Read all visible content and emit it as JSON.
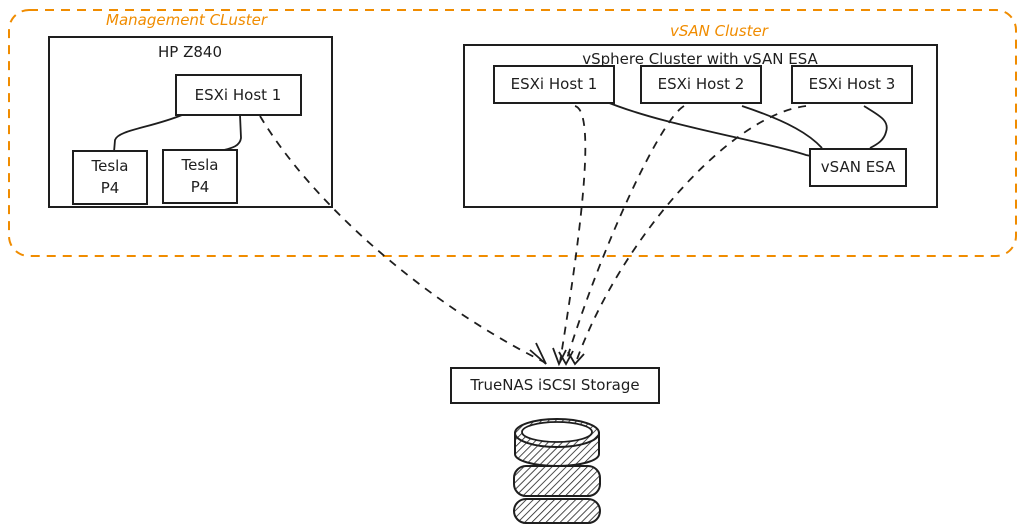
{
  "groups": {
    "management": {
      "label": "Management CLuster",
      "color": "#f08c00"
    },
    "vsan": {
      "label": "vSAN Cluster",
      "color": "#f08c00"
    }
  },
  "nodes": {
    "hp_z840": "HP Z840",
    "mgmt_esxi": "ESXi Host 1",
    "tesla1": [
      "Tesla",
      "P4"
    ],
    "tesla2": [
      "Tesla",
      "P4"
    ],
    "vsphere_cluster": "vSphere Cluster with vSAN ESA",
    "esxi1": "ESXi Host 1",
    "esxi2": "ESXi Host 2",
    "esxi3": "ESXi Host 3",
    "vsan_esa": "vSAN ESA",
    "truenas": "TrueNAS iSCSI Storage"
  },
  "icons": {
    "storage": "database-icon"
  },
  "connections": [
    {
      "from": "mgmt_esxi",
      "to": "tesla1",
      "style": "solid"
    },
    {
      "from": "mgmt_esxi",
      "to": "tesla2",
      "style": "solid"
    },
    {
      "from": "esxi1",
      "to": "vsan_esa",
      "style": "solid"
    },
    {
      "from": "esxi2",
      "to": "vsan_esa",
      "style": "solid"
    },
    {
      "from": "esxi3",
      "to": "vsan_esa",
      "style": "solid"
    },
    {
      "from": "mgmt_esxi",
      "to": "truenas",
      "style": "dashed-arrow"
    },
    {
      "from": "esxi1",
      "to": "truenas",
      "style": "dashed-arrow"
    },
    {
      "from": "esxi2",
      "to": "truenas",
      "style": "dashed-arrow"
    },
    {
      "from": "esxi3",
      "to": "truenas",
      "style": "dashed-arrow"
    }
  ]
}
